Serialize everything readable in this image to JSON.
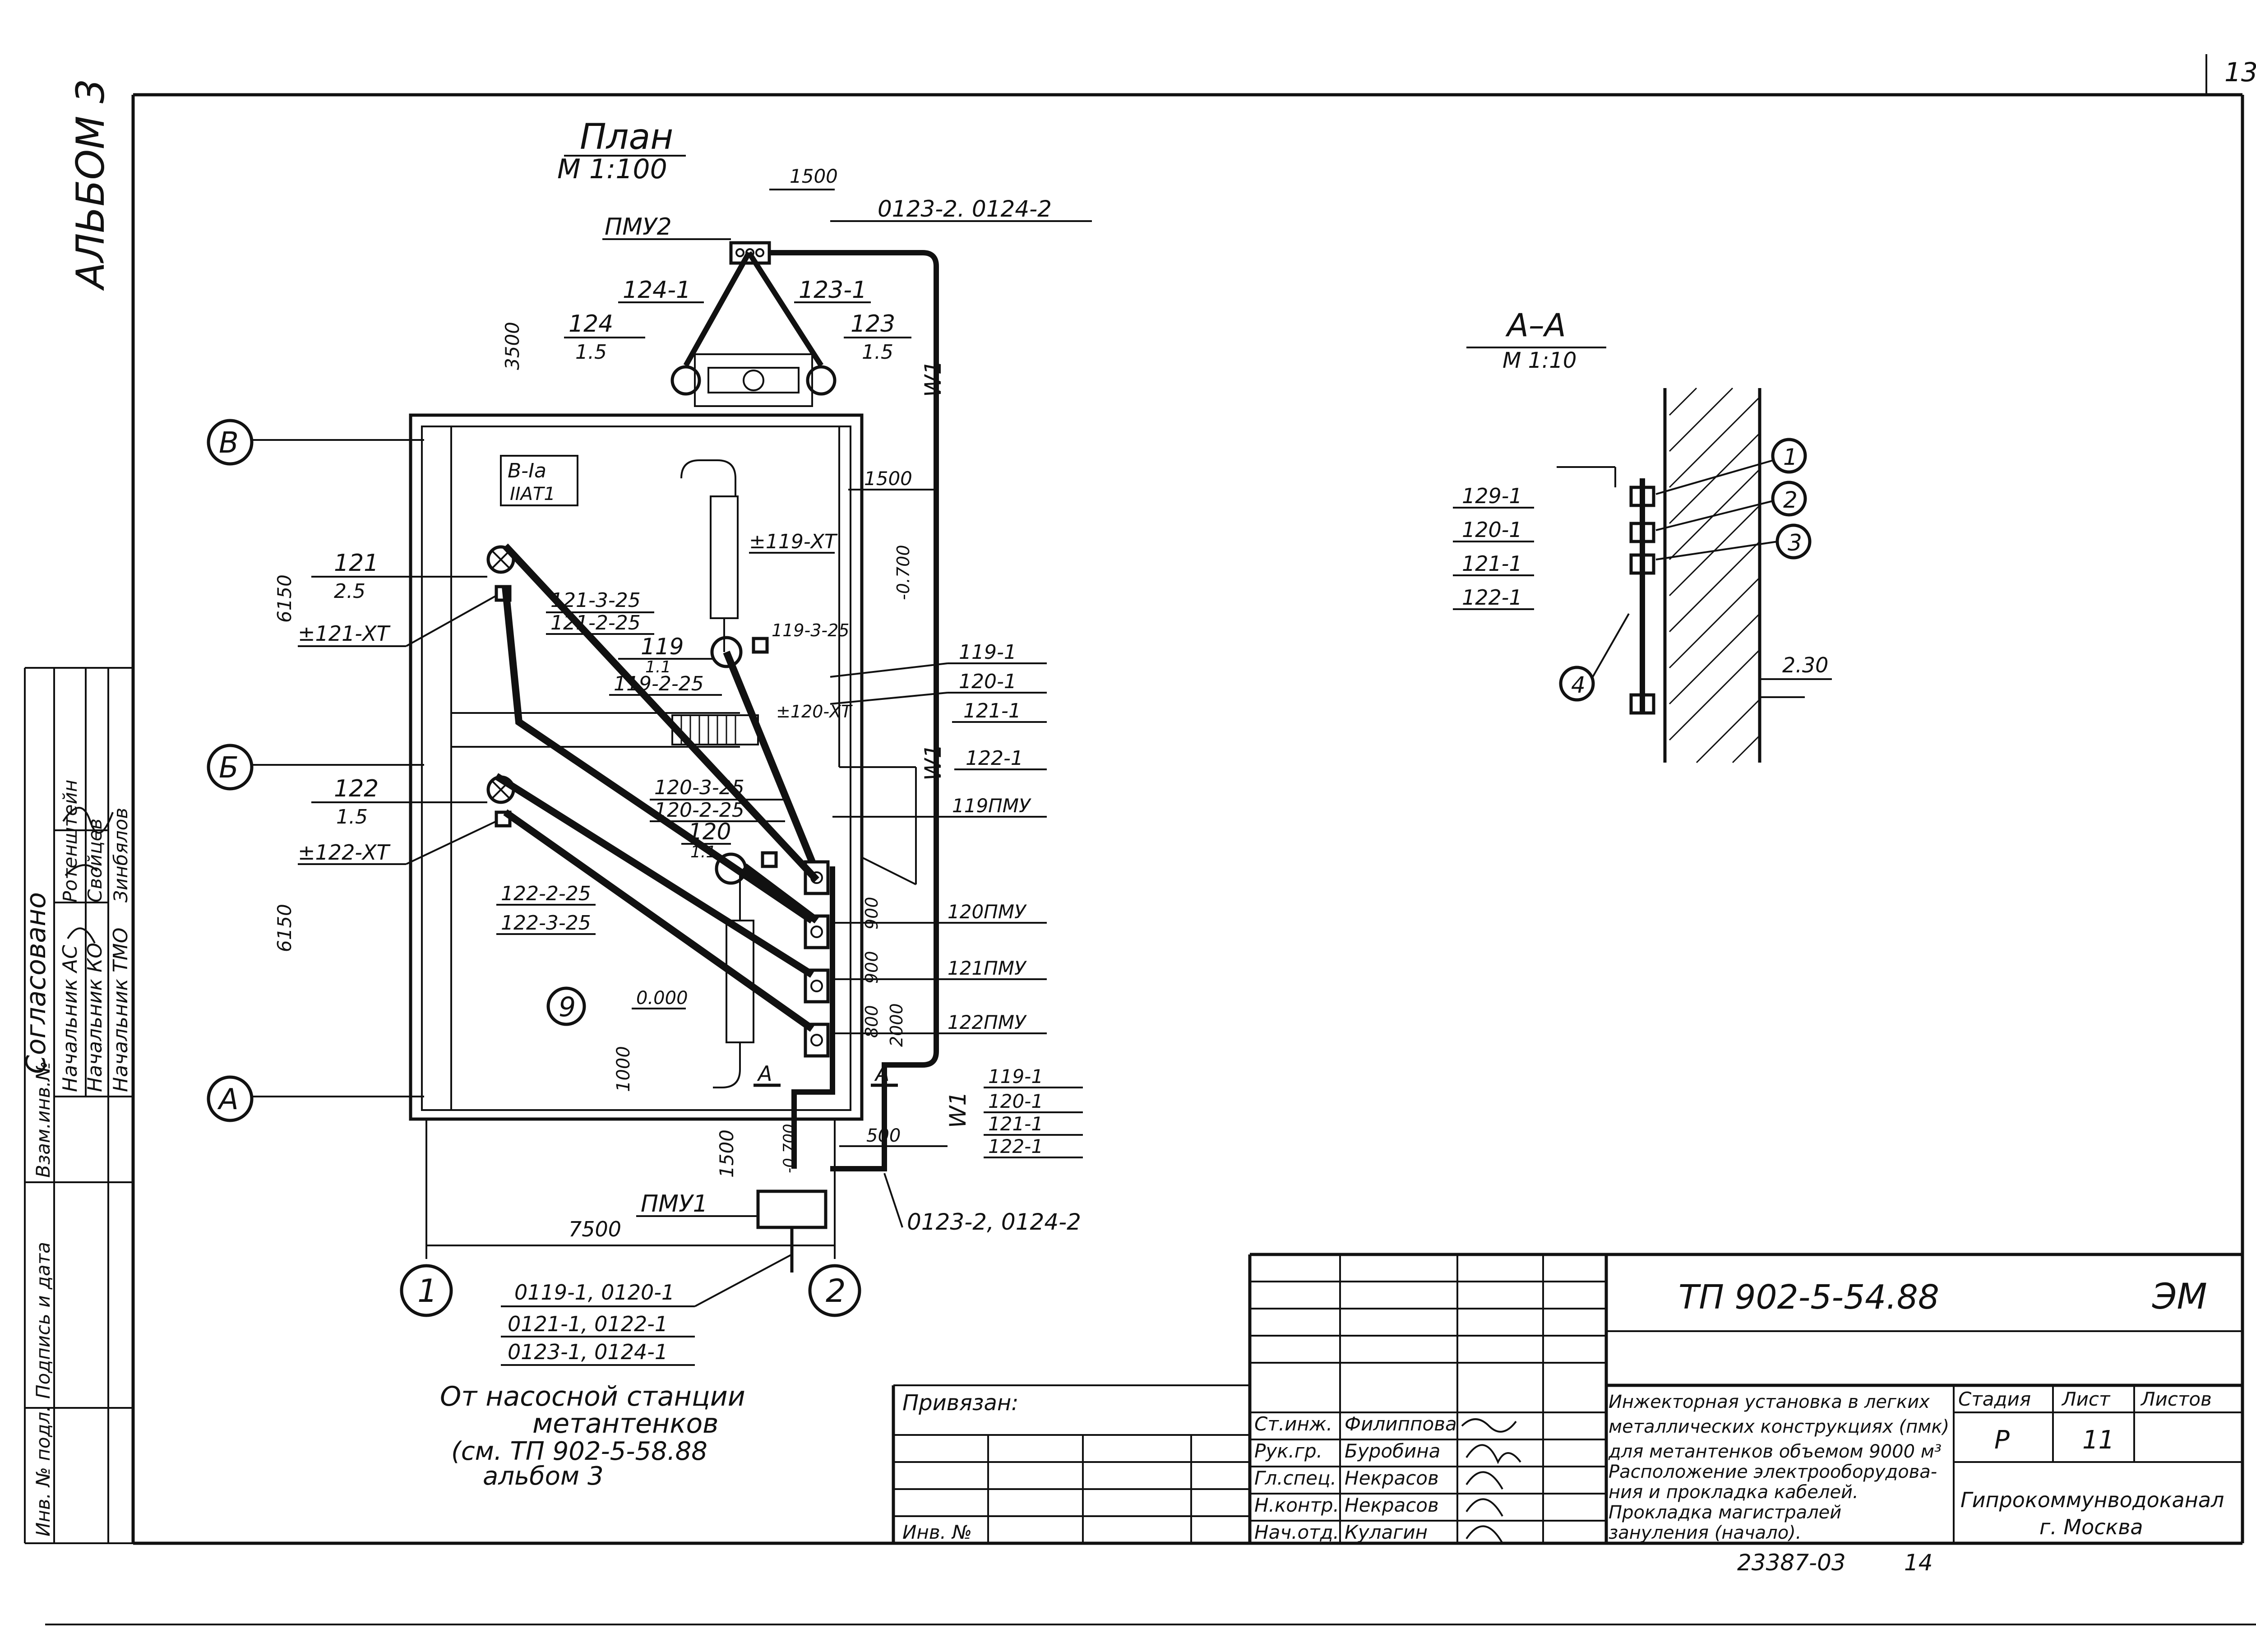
{
  "page_number": "13",
  "album": "АЛЬБОМ 3",
  "plan": {
    "title": "План",
    "scale": "М 1:100"
  },
  "section": {
    "title": "А–А",
    "scale": "М 1:10"
  },
  "room_labels": {
    "class": "В-Iа",
    "code": "IIАТ1"
  },
  "equipment": {
    "pmu_top": "ПМУ2",
    "pmu_bottom": "ПМУ1",
    "pump_station_cable": [
      "0119-1, 0120-1",
      "0121-1, 0122-1",
      "0123-1, 0124-1"
    ]
  },
  "cable_labels": {
    "top_right": "0123-2. 0124-2",
    "bottom_right": "0123-2, 0124-2",
    "c124_1": "124-1",
    "c123_1": "123-1",
    "c124": "124",
    "c124_v": "1.5",
    "c123": "123",
    "c123_v": "1.5",
    "c121": "121",
    "c121_v": "2.5",
    "c121_xt": "±121-ХТ",
    "c121_3": "121-3-25",
    "c121_2": "121-2-25",
    "c119_xt": "±119-ХТ",
    "c119": "119",
    "c119_v": "1.1",
    "c119_2": "119-2-25",
    "c119_3": "119-3-25",
    "c120_xt": "±120-ХТ",
    "c122": "122",
    "c122_v": "1.5",
    "c122_xt": "±122-ХТ",
    "c120_3": "120-3-25",
    "c120_2": "120-2-25",
    "c120": "120",
    "c120_v": "1.1",
    "c122_2": "122-2-25",
    "c122_3": "122-3-25",
    "c119_1": "119-1",
    "c120_1": "120-1",
    "c121_1": "121-1",
    "c122_1": "122-1",
    "c119_pmu": "119ПМУ",
    "c120_pmu": "120ПМУ",
    "c121_pmu": "121ПМУ",
    "c122_pmu": "122ПМУ",
    "w1": "W1",
    "level_0": "0.000",
    "level_m07": "-0.700",
    "level_m07b": "-0.700",
    "level_230": "2.30",
    "room_num": "9"
  },
  "bottom_list": [
    "119-1",
    "120-1",
    "121-1",
    "122-1"
  ],
  "section_list": [
    "129-1",
    "120-1",
    "121-1",
    "122-1"
  ],
  "section_callouts": [
    "1",
    "2",
    "3",
    "4"
  ],
  "axes": {
    "B": "В",
    "Б": "Б",
    "A": "А",
    "one": "1",
    "two": "2"
  },
  "section_markers": {
    "a": "А",
    "b": "А"
  },
  "dimensions": {
    "d1500_top": "1500",
    "d3500": "3500",
    "d1500_right": "1500",
    "d6150_top": "6150",
    "d6150_bot": "6150",
    "d900_a": "900",
    "d900_b": "900",
    "d800": "800",
    "d2000": "2000",
    "d1000": "1000",
    "d1500_bot": "1500",
    "d500": "500",
    "d7500": "7500"
  },
  "note": [
    "От насосной станции",
    "метантенков",
    "(см. ТП 902-5-58.88",
    "альбом 3"
  ],
  "approval": {
    "title": "Согласовано",
    "rows": [
      {
        "role": "Начальник АС",
        "name": "Ротенштейн"
      },
      {
        "role": "Начальник КО",
        "name": "Свойцев"
      },
      {
        "role": "Начальник ТМО",
        "name": "Зинбялов"
      }
    ]
  },
  "side_stamp": [
    "Инв. № подл.",
    "Подпись и дата",
    "Взам.инв.№"
  ],
  "title_block": {
    "code": "ТП 902-5-54.88",
    "mark": "ЭМ",
    "bound": "Привязан:",
    "inv": "Инв. №",
    "roles": [
      {
        "role": "Ст.инж.",
        "name": "Филиппова"
      },
      {
        "role": "Рук.гр.",
        "name": "Буробина"
      },
      {
        "role": "Гл.спец.",
        "name": "Некрасов"
      },
      {
        "role": "Н.контр.",
        "name": "Некрасов"
      },
      {
        "role": "Нач.отд.",
        "name": "Кулагин"
      }
    ],
    "project_title": [
      "Инжекторная установка в легких",
      "металлических конструкциях (пмк)",
      "для метантенков объемом 9000 м³"
    ],
    "sheet_title": [
      "Расположение электрооборудова-",
      "ния и прокладка кабелей.",
      "Прокладка магистралей",
      "зануления (начало)."
    ],
    "stage_h": "Стадия",
    "sheet_h": "Лист",
    "sheets_h": "Листов",
    "stage": "Р",
    "sheet": "11",
    "org": [
      "Гипрокоммунводоканал",
      "г. Москва"
    ],
    "order": "23387-03",
    "order_sheet": "14"
  }
}
